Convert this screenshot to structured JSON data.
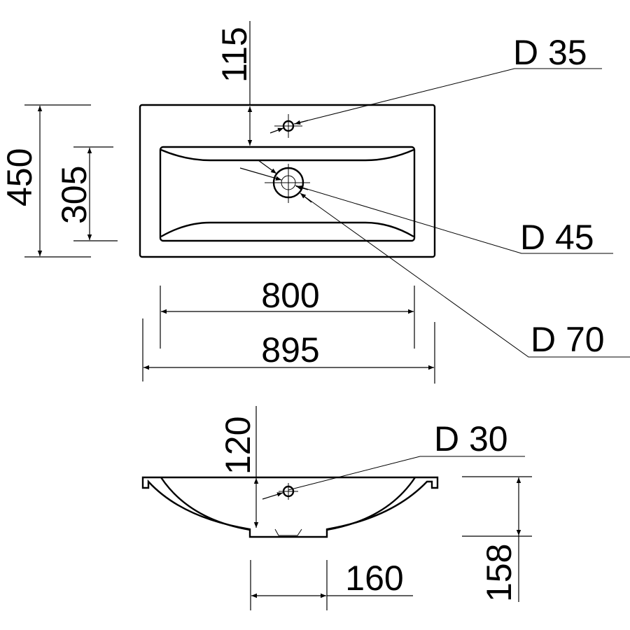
{
  "top_view": {
    "dimensions": {
      "tap_offset": "115",
      "overall_depth": "450",
      "bowl_depth": "305",
      "bowl_width": "800",
      "overall_width": "895"
    },
    "callouts": {
      "tap_hole": "D 35",
      "drain_inner": "D 45",
      "drain_outer": "D 70"
    }
  },
  "side_view": {
    "dimensions": {
      "bowl_height": "120",
      "total_height": "158",
      "base_width": "160"
    },
    "callouts": {
      "hole": "D 30"
    }
  },
  "colors": {
    "line": "#000000",
    "background": "#ffffff"
  }
}
